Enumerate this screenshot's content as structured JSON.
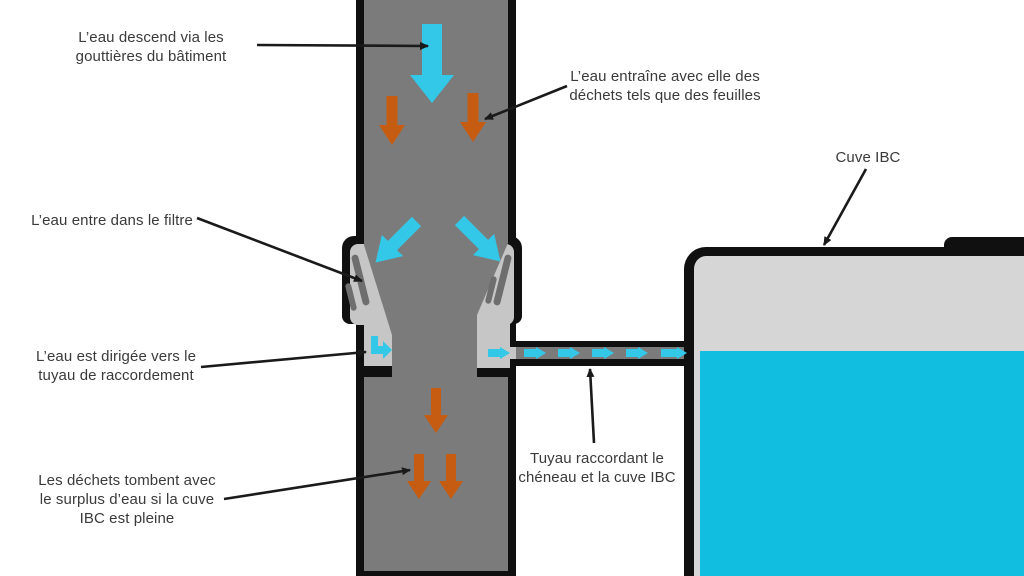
{
  "colors": {
    "black": "#101010",
    "pipe-gray": "#7b7b7b",
    "filter-gray": "#c6c6c6",
    "slot-gray": "#6e6e6e",
    "tank-gray": "#d6d6d6",
    "water": "#12bedf",
    "cyan": "#34c8e8",
    "orange": "#c65c11",
    "line": "#1a1a1a",
    "text": "#3a3a3a"
  },
  "labels": {
    "gutter": {
      "lines": [
        "L’eau descend via les",
        "gouttières du bâtiment"
      ]
    },
    "debris": {
      "lines": [
        "L’eau entraîne avec elle des",
        "déchets tels que des feuilles"
      ]
    },
    "tank": {
      "lines": [
        "Cuve IBC"
      ]
    },
    "filter_inlet": {
      "lines": [
        "L’eau entre dans le filtre"
      ]
    },
    "outlet": {
      "lines": [
        "L’eau est dirigée vers le",
        "tuyau de raccordement"
      ]
    },
    "overflow": {
      "lines": [
        "Les déchets tombent avec",
        "le surplus d’eau si la cuve",
        "IBC est pleine"
      ]
    },
    "connecting_pipe": {
      "lines": [
        "Tuyau raccordant le",
        "chéneau et la cuve IBC"
      ]
    }
  }
}
